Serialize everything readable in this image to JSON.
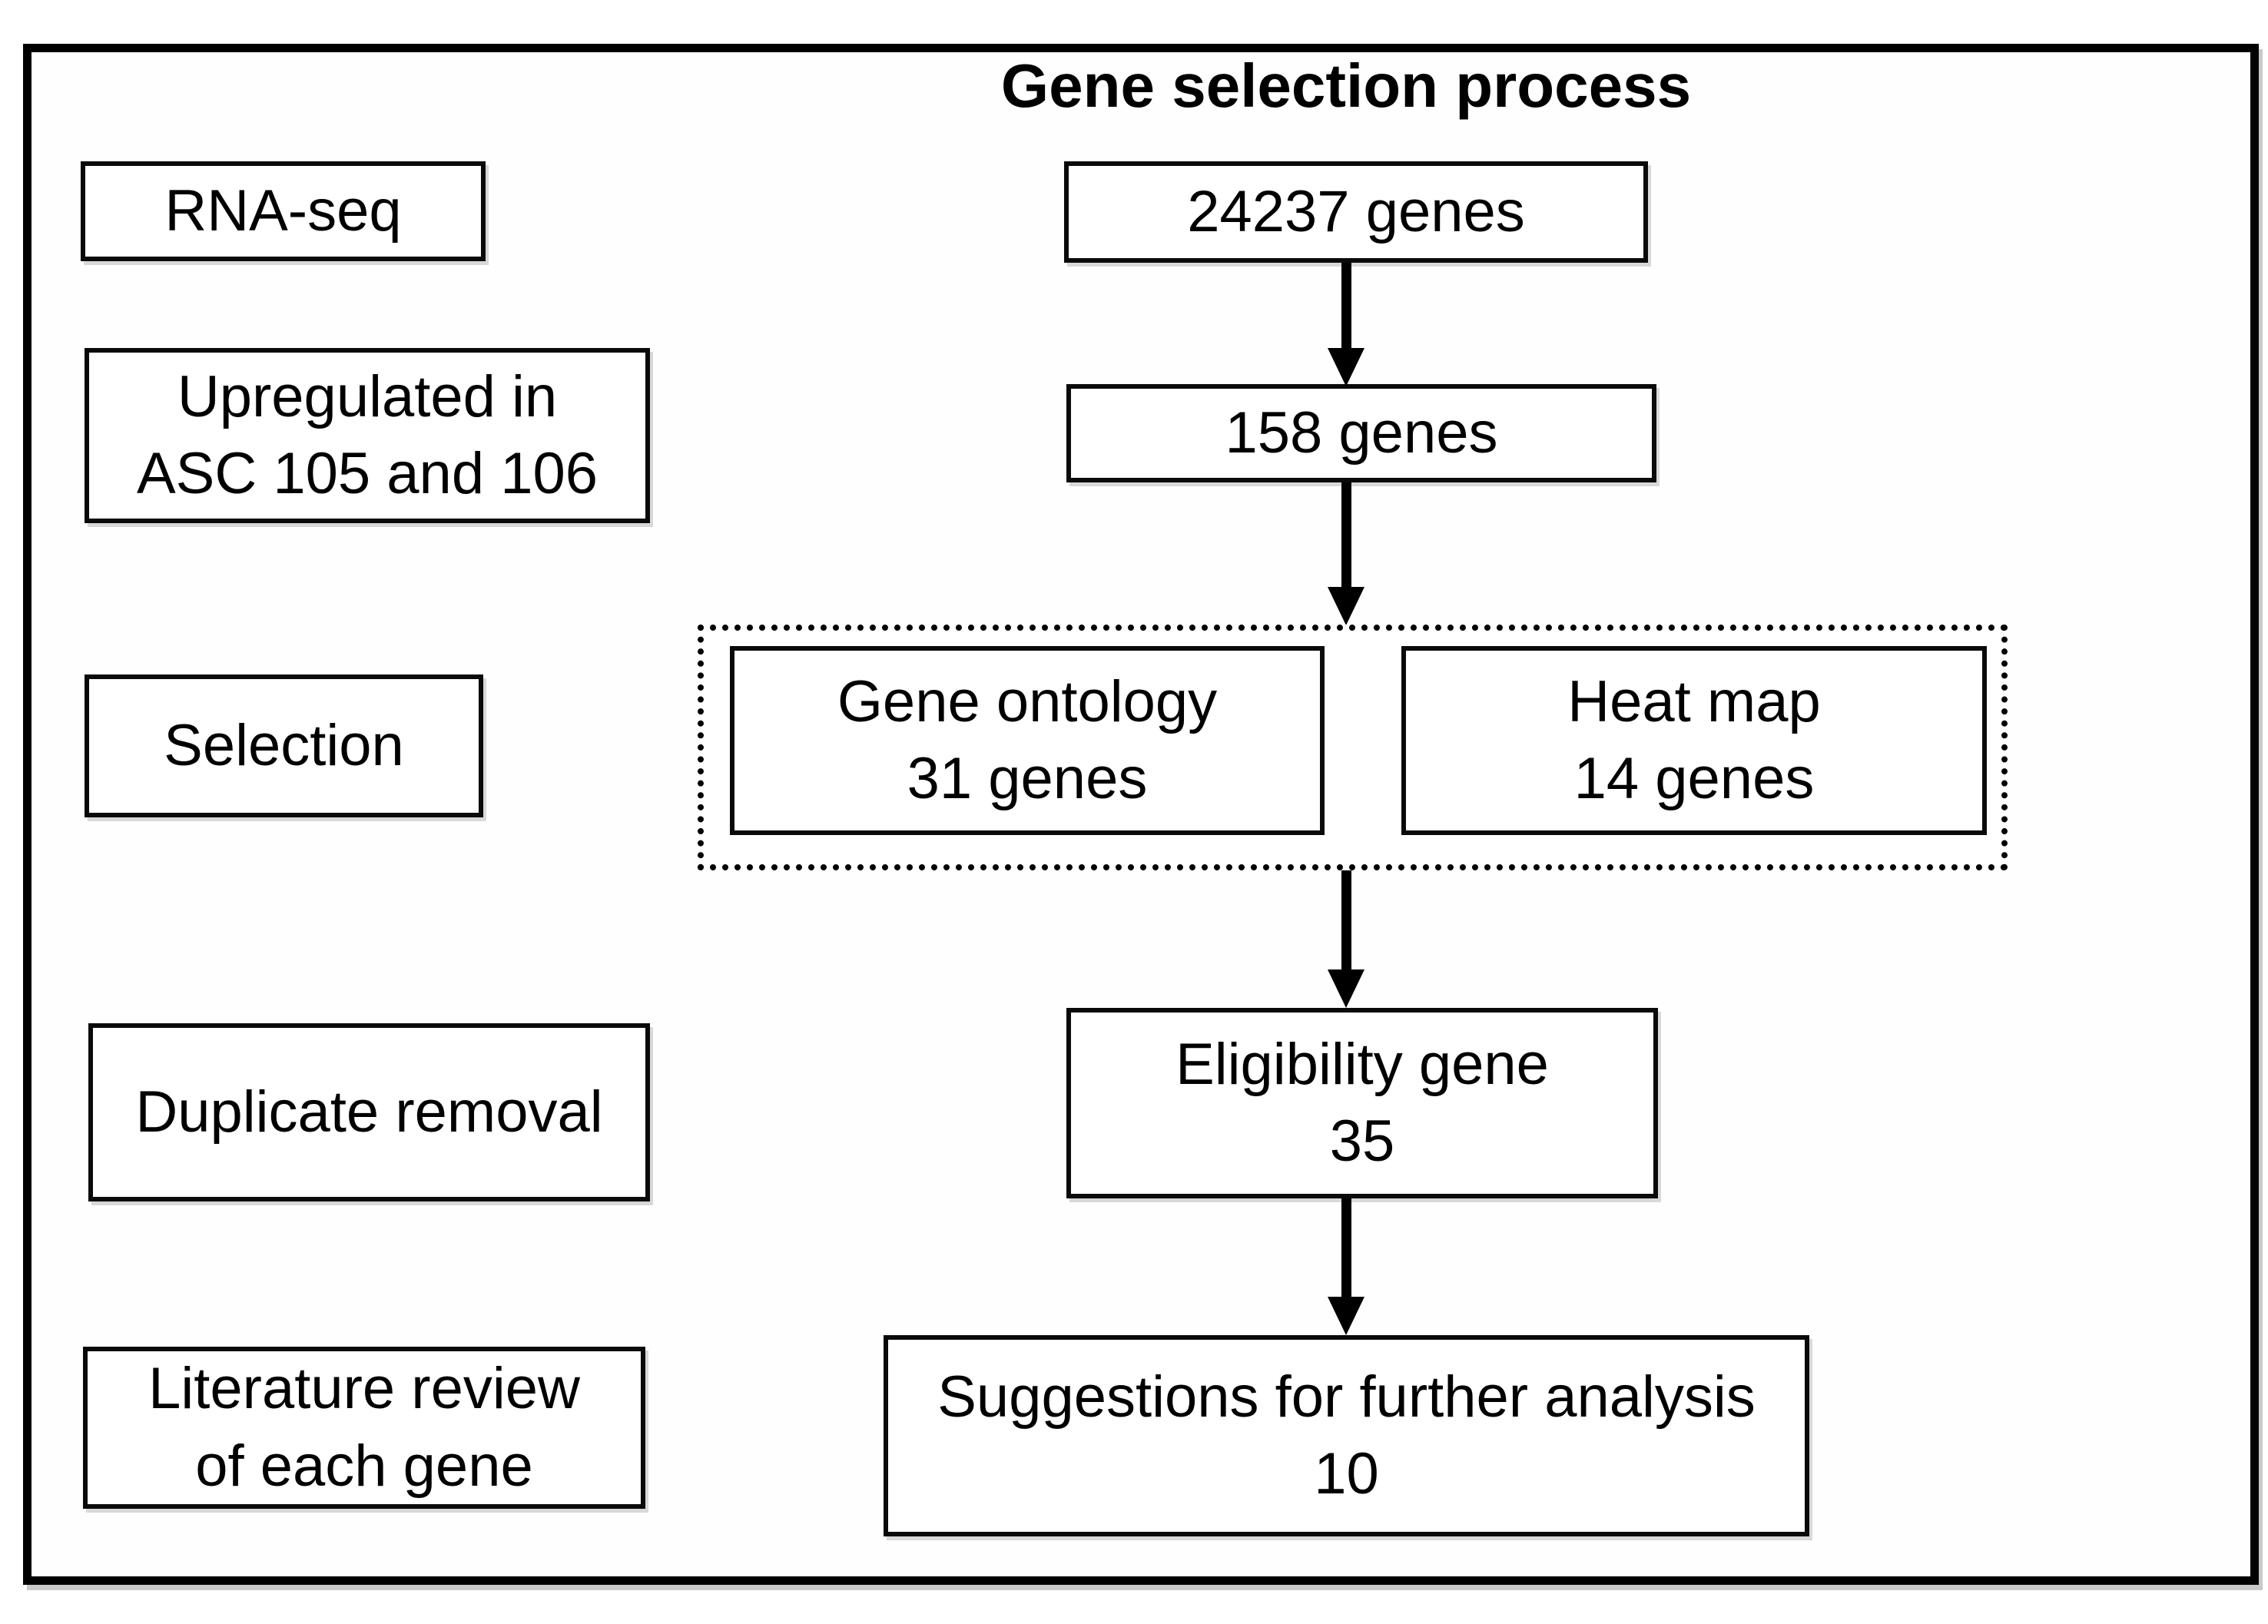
{
  "figure": {
    "title": "Gene selection process"
  },
  "stages": {
    "rna_seq": "RNA-seq",
    "upregulated": "Upregulated in\nASC 105 and 106",
    "selection": "Selection",
    "duplicate_removal": "Duplicate removal",
    "literature_review": "Literature review\nof each gene"
  },
  "flow": {
    "total_genes": "24237 genes",
    "upregulated_genes": "158 genes",
    "gene_ontology": "Gene ontology\n31 genes",
    "heat_map": "Heat map\n14 genes",
    "eligibility": "Eligibility gene\n35",
    "suggestions": "Suggestions for further analysis\n10"
  }
}
